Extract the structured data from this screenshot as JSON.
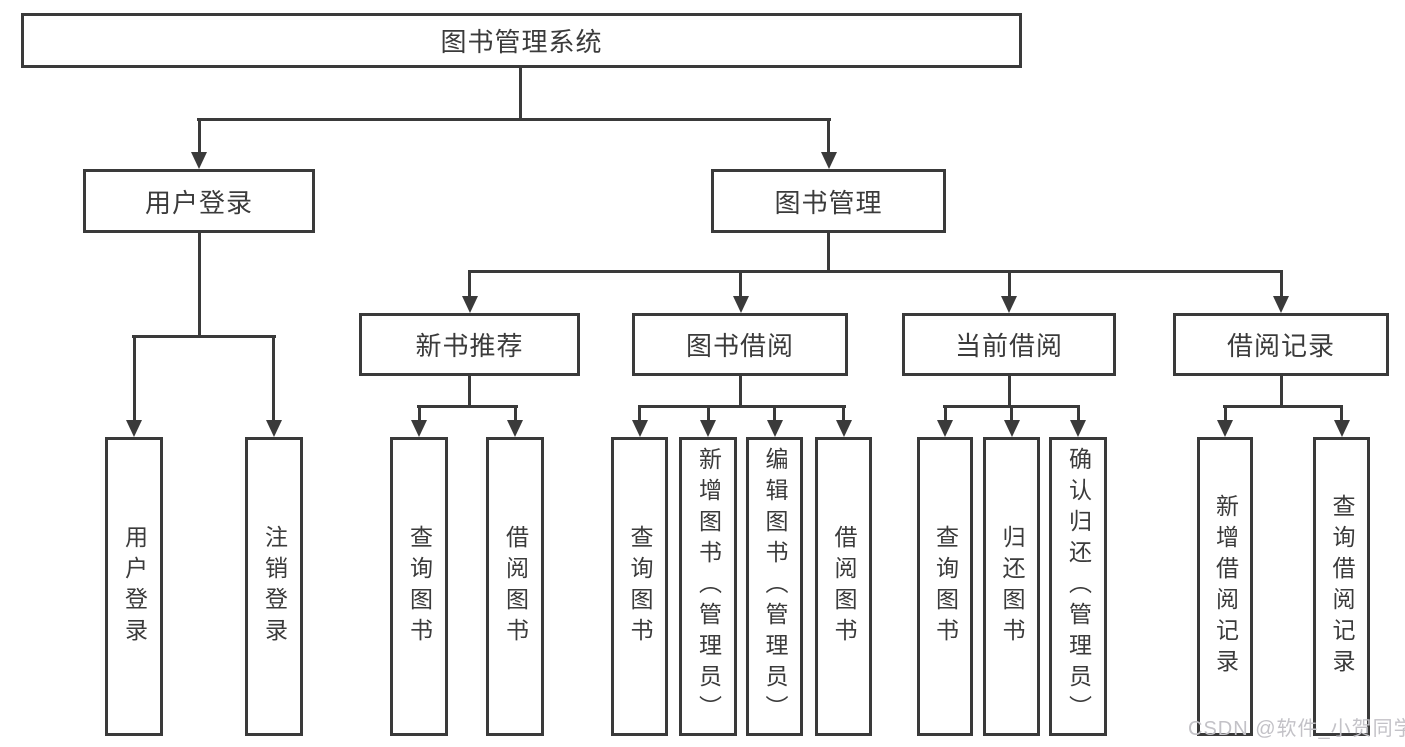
{
  "tree": {
    "label": "图书管理系统",
    "children": [
      {
        "label": "用户登录",
        "children": [
          {
            "label": "用户登录"
          },
          {
            "label": "注销登录"
          }
        ]
      },
      {
        "label": "图书管理",
        "children": [
          {
            "label": "新书推荐",
            "children": [
              {
                "label": "查询图书"
              },
              {
                "label": "借阅图书"
              }
            ]
          },
          {
            "label": "图书借阅",
            "children": [
              {
                "label": "查询图书"
              },
              {
                "label": "新增图书（管理员）"
              },
              {
                "label": "编辑图书（管理员）"
              },
              {
                "label": "借阅图书"
              }
            ]
          },
          {
            "label": "当前借阅",
            "children": [
              {
                "label": "查询图书"
              },
              {
                "label": "归还图书"
              },
              {
                "label": "确认归还（管理员）"
              }
            ]
          },
          {
            "label": "借阅记录",
            "children": [
              {
                "label": "新增借阅记录"
              },
              {
                "label": "查询借阅记录"
              }
            ]
          }
        ]
      }
    ]
  },
  "watermark": {
    "text": "CSDN @软件_小贺同学",
    "color": "#c3c2c7"
  },
  "colors": {
    "line": "#3a3a3a",
    "text": "#3b3b3b",
    "background": "#ffffff"
  }
}
